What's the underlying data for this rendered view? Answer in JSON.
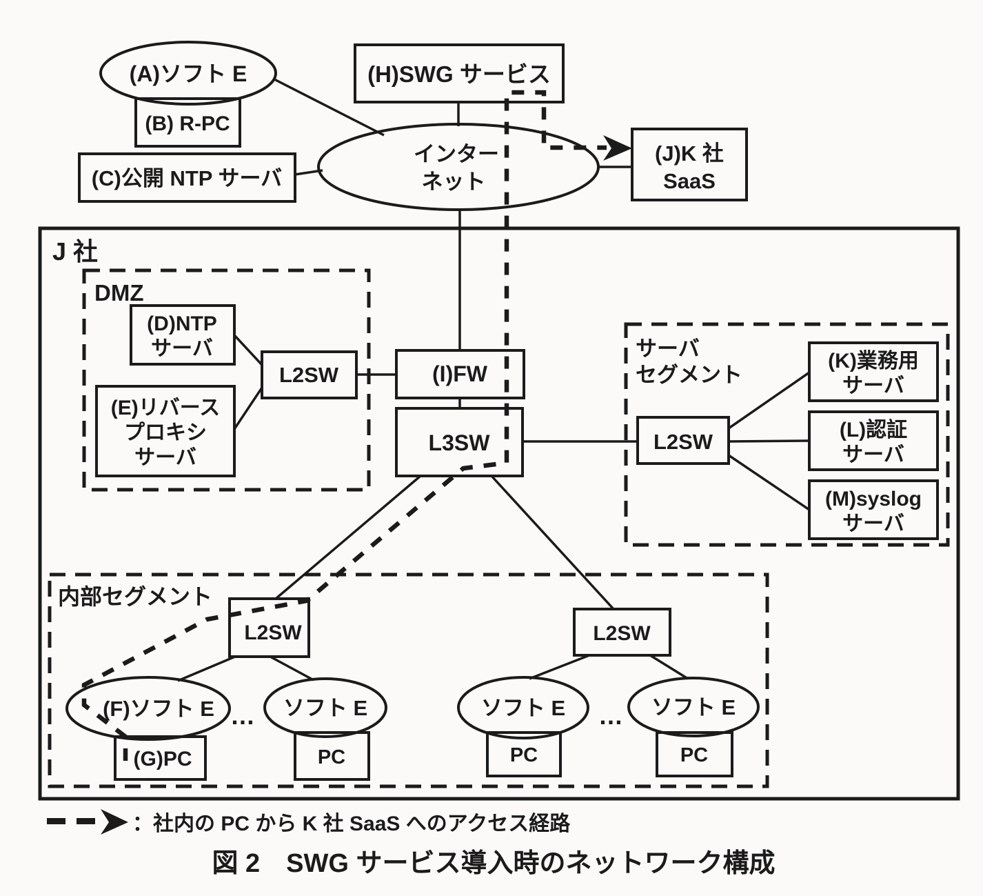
{
  "colors": {
    "ink": "#1b1b1b",
    "paper": "#fbfaf8"
  },
  "company": {
    "label": "J 社"
  },
  "external": {
    "soft_e_a": "(A)ソフト E",
    "r_pc": "(B) R-PC",
    "public_ntp": "(C)公開 NTP サーバ",
    "swg_service": "(H)SWG サービス",
    "internet": {
      "line1": "インター",
      "line2": "ネット"
    },
    "k_saas": {
      "line1": "(J)K 社",
      "line2": "SaaS"
    }
  },
  "dmz": {
    "title": "DMZ",
    "ntp_server": {
      "line1": "(D)NTP",
      "line2": "サーバ"
    },
    "reverse_proxy": {
      "line1": "(E)リバース",
      "line2": "プロキシ",
      "line3": "サーバ"
    },
    "l2sw": "L2SW"
  },
  "core": {
    "fw": "(I)FW",
    "l3sw": "L3SW"
  },
  "server_segment": {
    "title": {
      "line1": "サーバ",
      "line2": "セグメント"
    },
    "l2sw": "L2SW",
    "business_server": {
      "line1": "(K)業務用",
      "line2": "サーバ"
    },
    "auth_server": {
      "line1": "(L)認証",
      "line2": "サーバ"
    },
    "syslog_server": {
      "line1": "(M)syslog",
      "line2": "サーバ"
    }
  },
  "internal_segment": {
    "title": "内部セグメント",
    "l2sw_left": "L2SW",
    "l2sw_right": "L2SW",
    "soft_e_f": "(F)ソフト E",
    "soft_e_b": "ソフト E",
    "soft_e_c": "ソフト E",
    "soft_e_d": "ソフト E",
    "pc_g": "(G)PC",
    "pc_b": "PC",
    "pc_c": "PC",
    "pc_d": "PC",
    "ellipsis_left": "…",
    "ellipsis_right": "…"
  },
  "legend": {
    "arrow_icon": "dashed-arrow-icon",
    "text": "：社内の PC から K 社 SaaS へのアクセス経路"
  },
  "caption": "図 2　SWG サービス導入時のネットワーク構成"
}
